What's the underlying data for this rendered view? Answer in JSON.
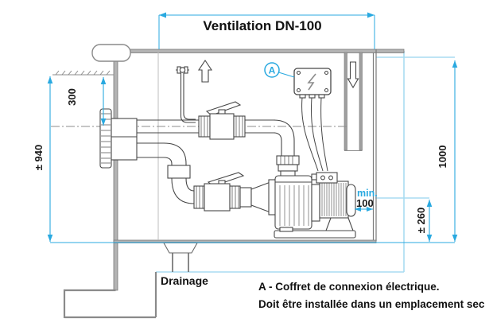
{
  "diagram": {
    "title": "Ventilation DN-100",
    "callout_a": "A",
    "dim_300": "300",
    "dim_940": "± 940",
    "dim_1000": "1000",
    "dim_260": "± 260",
    "dim_min_label": "min.",
    "dim_min_value": "100",
    "drainage_label": "Drainage",
    "note_line1": "A - Coffret de connexion électrique.",
    "note_line2": "Doit être installée dans un emplacement sec",
    "colors": {
      "dimension_blue": "#29a9e0",
      "light_blue": "#a8dcf2",
      "line_dark": "#474747",
      "wall_gray": "#b3b3b3"
    }
  }
}
